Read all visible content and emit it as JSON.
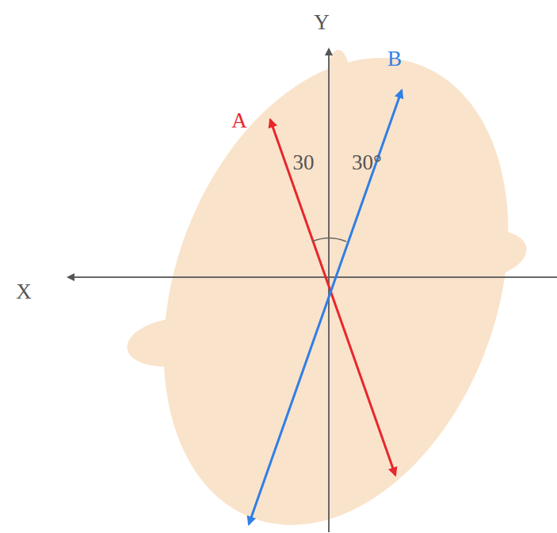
{
  "diagram": {
    "labels": [
      "Y",
      "B",
      "A",
      "30",
      "30°",
      "X"
    ]
  }
}
